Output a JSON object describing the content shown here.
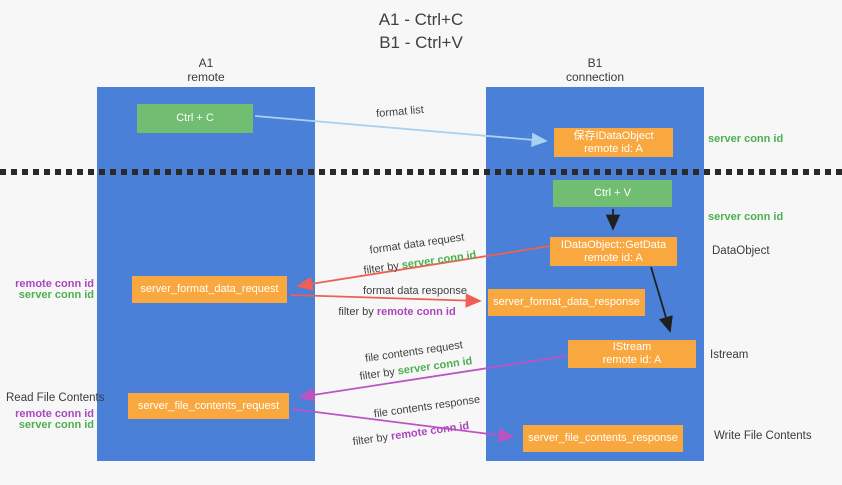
{
  "title": {
    "line1": "A1 - Ctrl+C",
    "line2": "B1 - Ctrl+V"
  },
  "columns": {
    "a": {
      "header_line1": "A1",
      "header_line2": "remote"
    },
    "b": {
      "header_line1": "B1",
      "header_line2": "connection"
    }
  },
  "boxes": {
    "ctrl_c": {
      "label": "Ctrl + C"
    },
    "save_dataobject": {
      "line1": "保存IDataObject",
      "line2": "remote id: A"
    },
    "ctrl_v": {
      "label": "Ctrl + V"
    },
    "getdata": {
      "line1": "IDataObject::GetData",
      "line2": "remote id: A"
    },
    "format_request": {
      "label": "server_format_data_request"
    },
    "format_response": {
      "label": "server_format_data_response"
    },
    "istream": {
      "line1": "IStream",
      "line2": "remote id: A"
    },
    "file_request": {
      "label": "server_file_contents_request"
    },
    "file_response": {
      "label": "server_file_contents_response"
    }
  },
  "side_labels": {
    "server_conn_id_top": "server conn id",
    "server_conn_id_mid": "server conn id",
    "dataobject": "DataObject",
    "istream": "Istream",
    "write_file_contents": "Write File Contents",
    "read_file_contents": "Read File Contents",
    "left_remote_conn_id_1": "remote conn id",
    "left_server_conn_id_1": "server conn id",
    "left_remote_conn_id_2": "remote conn id",
    "left_server_conn_id_2": "server conn id"
  },
  "arrow_labels": {
    "format_list": "format list",
    "format_data_request": "format data request",
    "format_data_response": "format data response",
    "file_contents_request": "file contents request",
    "file_contents_response": "file contents response",
    "filter_by_prefix": "filter by ",
    "filter_server_conn_id": "server conn id",
    "filter_remote_conn_id": "remote conn id"
  },
  "colors": {
    "column_blue": "#4a80d8",
    "box_green": "#71bd71",
    "box_orange": "#f9a83f",
    "text_green": "#4caf50",
    "text_purple": "#ab47bc",
    "arrow_light_blue": "#a9d2f0",
    "arrow_red": "#ee6054",
    "arrow_magenta": "#bc53c3",
    "arrow_black": "#1f1f1f",
    "dotted_line": "#2a2a2a"
  }
}
